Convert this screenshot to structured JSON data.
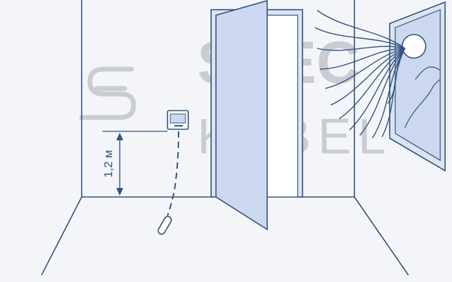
{
  "diagram": {
    "height_label": "1,2 м",
    "watermark": {
      "line1": "SPEC",
      "line2": "KABEL"
    }
  },
  "colors": {
    "background": "#f3f5f8",
    "wall_line": "#33517a",
    "door_fill": "#ccd8ef",
    "door_frame_fill": "#dbe4f2",
    "door_opening": "#ffffff",
    "sun_fill": "#ffffff",
    "watermark": "#c9ccd3"
  }
}
